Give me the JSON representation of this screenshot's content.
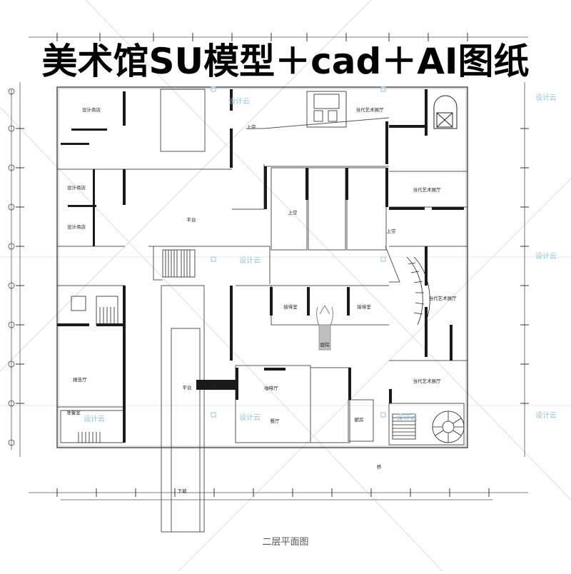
{
  "banner": {
    "text": "美术馆SU模型＋cad＋AI图纸"
  },
  "plan": {
    "caption": "二层平面图",
    "rooms": {
      "design_shop_top": "设计商店",
      "design_shop_mid": "设计商店",
      "design_shop_low": "设计商店",
      "platform_center": "平台",
      "platform_small": "平台",
      "bridge": "桥",
      "bridge_lower": "桥",
      "upper_void_top": "上空",
      "upper_void_mid": "上空",
      "upper_void_right": "上空",
      "contemporary_hall_1": "当代艺术展厅",
      "contemporary_hall_2": "当代艺术展厅",
      "contemporary_hall_3": "当代艺术展厅",
      "contemporary_hall_4": "当代艺术展厅",
      "reception_left": "接待室",
      "reception_right": "接待室",
      "courtyard": "庭院",
      "lecture_hall": "报告厅",
      "prep_room": "准备室",
      "cafe": "咖啡厅",
      "dining": "餐厅",
      "kitchen": "厨房",
      "lower_ramp": "下坡"
    },
    "watermark": "设计云"
  },
  "colors": {
    "wall": "#1a1a1a",
    "line": "#444444",
    "grid": "#c8c8c8",
    "watermark": "#8fc3e6"
  }
}
